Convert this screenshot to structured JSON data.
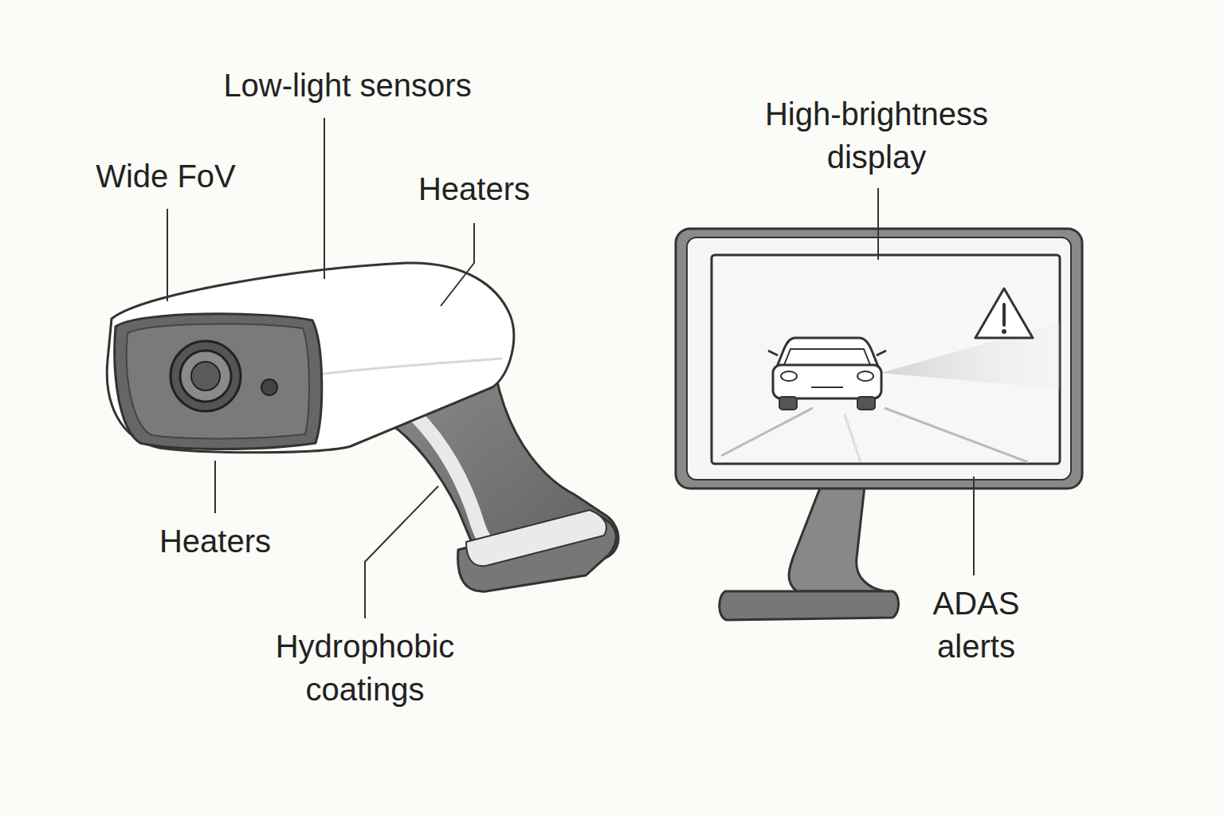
{
  "diagram": {
    "labels": [
      "Low-light sensors",
      "Wide FoV",
      "Heaters",
      "High-brightness display",
      "Heaters",
      "Hydrophobic coatings",
      "ADAS alerts"
    ]
  }
}
